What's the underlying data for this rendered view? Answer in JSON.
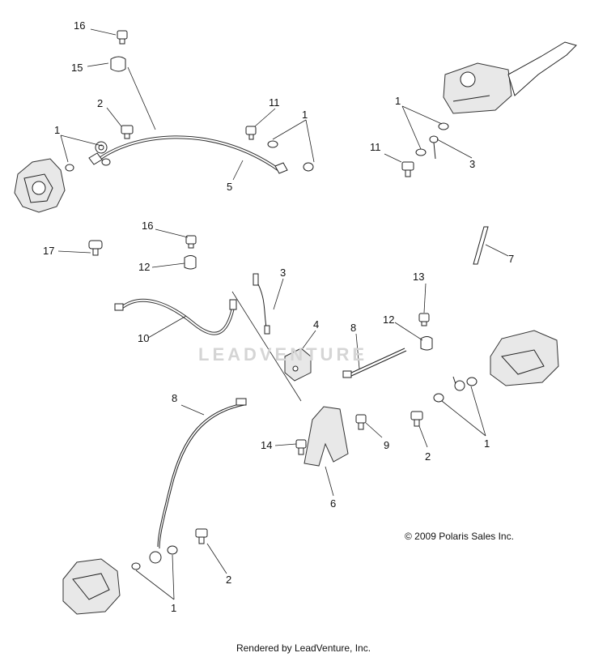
{
  "callouts": [
    {
      "id": "c1",
      "label": "16"
    },
    {
      "id": "c2",
      "label": "15"
    },
    {
      "id": "c3",
      "label": "2"
    },
    {
      "id": "c4",
      "label": "1"
    },
    {
      "id": "c5",
      "label": "11"
    },
    {
      "id": "c6",
      "label": "1"
    },
    {
      "id": "c7",
      "label": "5"
    },
    {
      "id": "c8",
      "label": "1"
    },
    {
      "id": "c9",
      "label": "11"
    },
    {
      "id": "c10",
      "label": "3"
    },
    {
      "id": "c11",
      "label": "16"
    },
    {
      "id": "c12",
      "label": "17"
    },
    {
      "id": "c13",
      "label": "12"
    },
    {
      "id": "c14",
      "label": "7"
    },
    {
      "id": "c15",
      "label": "3"
    },
    {
      "id": "c16",
      "label": "13"
    },
    {
      "id": "c17",
      "label": "10"
    },
    {
      "id": "c18",
      "label": "4"
    },
    {
      "id": "c19",
      "label": "8"
    },
    {
      "id": "c20",
      "label": "12"
    },
    {
      "id": "c21",
      "label": "8"
    },
    {
      "id": "c22",
      "label": "9"
    },
    {
      "id": "c23",
      "label": "14"
    },
    {
      "id": "c24",
      "label": "2"
    },
    {
      "id": "c25",
      "label": "1"
    },
    {
      "id": "c26",
      "label": "6"
    },
    {
      "id": "c27",
      "label": "2"
    },
    {
      "id": "c28",
      "label": "1"
    }
  ],
  "copyright": "© 2009 Polaris Sales Inc.",
  "watermark": "LEADVENTURE",
  "footer": "Rendered by LeadVenture, Inc."
}
